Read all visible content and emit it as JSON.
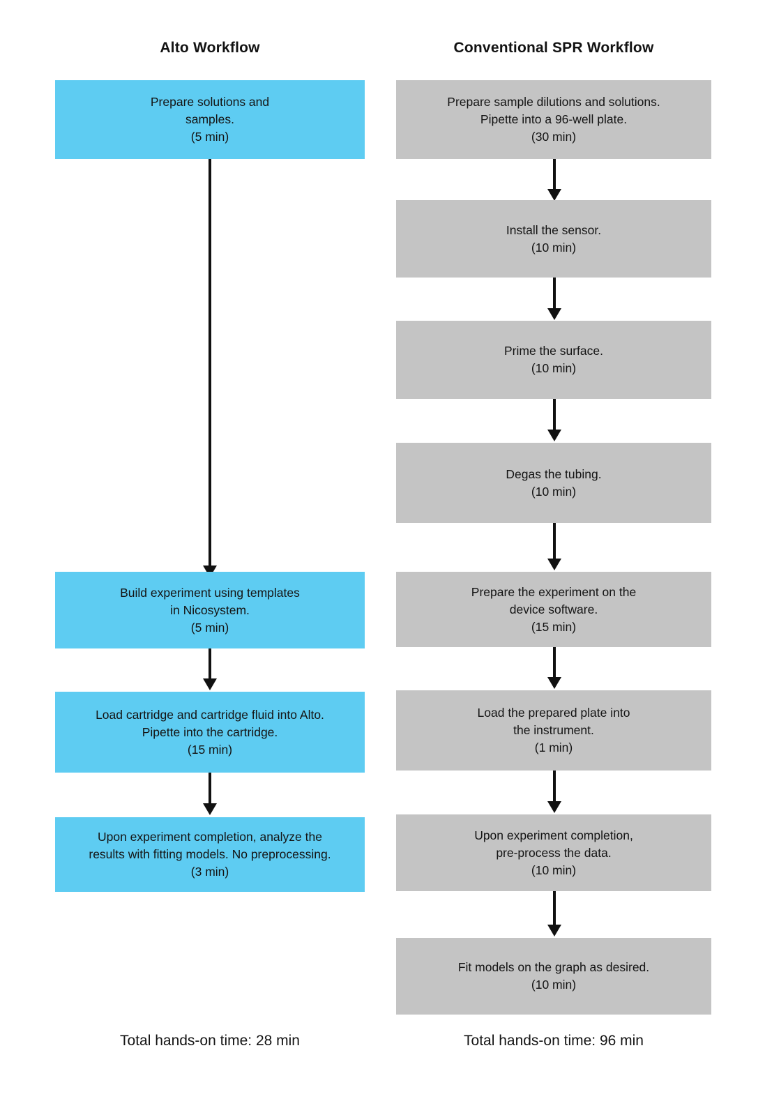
{
  "diagram": {
    "type": "flowchart",
    "orientation": "two-column-vertical",
    "colors": {
      "alto_box_fill": "#5ECCF2",
      "conventional_box_fill": "#C4C4C4",
      "arrow": "#111111",
      "text": "#141414",
      "background": "#FFFFFF"
    }
  },
  "columns": {
    "left": {
      "title": "Alto Workflow",
      "total_label": "Total hands-on time: 28 min",
      "total_minutes": 28,
      "steps": [
        {
          "text": "Prepare solutions and\nsamples.\n(5 min)",
          "minutes": 5
        },
        {
          "text": "Build experiment using templates\nin Nicosystem.\n(5 min)",
          "minutes": 5
        },
        {
          "text": "Load cartridge and cartridge fluid into Alto.\nPipette into the cartridge.\n(15 min)",
          "minutes": 15
        },
        {
          "text": "Upon experiment completion, analyze the\nresults with fitting models. No preprocessing.\n(3 min)",
          "minutes": 3
        }
      ]
    },
    "right": {
      "title": "Conventional SPR Workflow",
      "total_label": "Total hands-on time: 96 min",
      "total_minutes": 96,
      "steps": [
        {
          "text": "Prepare sample dilutions and solutions.\nPipette into a 96-well plate.\n(30 min)",
          "minutes": 30
        },
        {
          "text": "Install the sensor.\n(10 min)",
          "minutes": 10
        },
        {
          "text": "Prime the surface.\n(10 min)",
          "minutes": 10
        },
        {
          "text": "Degas the tubing.\n(10 min)",
          "minutes": 10
        },
        {
          "text": "Prepare the experiment on the\ndevice software.\n(15 min)",
          "minutes": 15
        },
        {
          "text": "Load the prepared plate into\nthe instrument.\n(1 min)",
          "minutes": 1
        },
        {
          "text": "Upon experiment completion,\npre-process the data.\n(10 min)",
          "minutes": 10
        },
        {
          "text": "Fit models on the graph as desired.\n(10 min)",
          "minutes": 10
        }
      ]
    }
  }
}
